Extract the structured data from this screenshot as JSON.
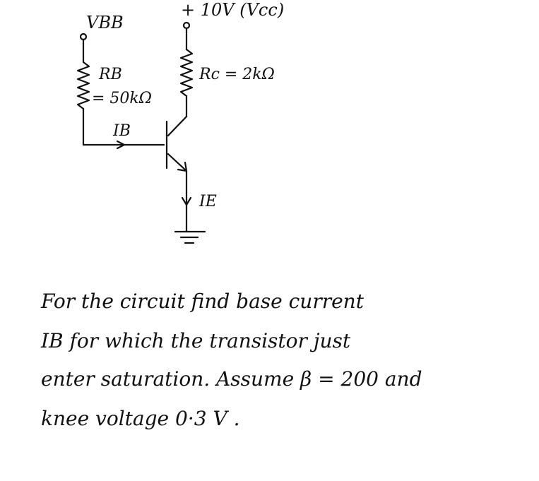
{
  "circuit": {
    "vbb_label": "VBB",
    "vcc_label": "+ 10V (Vcc)",
    "rb_name": "RB",
    "rb_value": "= 50kΩ",
    "rc_label": "Rc = 2kΩ",
    "ib_label": "IB",
    "ie_label": "IE"
  },
  "question": {
    "line1": "For  the  circuit  find  base current",
    "line2": "IB  for  which  the  transistor just",
    "line3": "enter  saturation.  Assume  β = 200  and",
    "line4": "knee  voltage  0·3 V ."
  }
}
